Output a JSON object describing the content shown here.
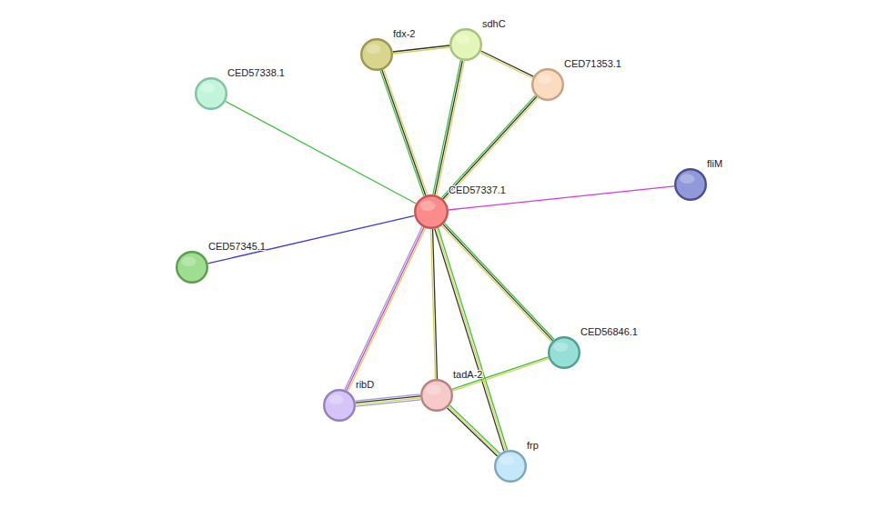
{
  "diagram": {
    "nodes": [
      {
        "text": [
          "sdhC"
        ]
      },
      {
        "text": [
          "fdx-2"
        ]
      },
      {
        "text": [
          "CED71353.1"
        ]
      },
      {
        "text": [
          "CED57338.1"
        ]
      },
      {
        "text": [
          "fliM"
        ]
      },
      {
        "text": [
          "CED57337.1"
        ]
      },
      {
        "text": [
          "CED57345.1"
        ]
      },
      {
        "text": [
          "CED56846.1"
        ]
      },
      {
        "text": [
          "tadA-2"
        ]
      },
      {
        "text": [
          "ribD"
        ]
      },
      {
        "text": [
          "frp"
        ]
      }
    ],
    "edges": [
      {
        "from": 5,
        "to": 1,
        "arrow": "none"
      },
      {
        "from": 5,
        "to": 0,
        "arrow": "none"
      },
      {
        "from": 5,
        "to": 2,
        "arrow": "none"
      },
      {
        "from": 1,
        "to": 0,
        "arrow": "none"
      },
      {
        "from": 0,
        "to": 2,
        "arrow": "none"
      },
      {
        "from": 5,
        "to": 3,
        "arrow": "none"
      },
      {
        "from": 5,
        "to": 4,
        "arrow": "none"
      },
      {
        "from": 5,
        "to": 6,
        "arrow": "none"
      },
      {
        "from": 5,
        "to": 9,
        "arrow": "none"
      },
      {
        "from": 5,
        "to": 8,
        "arrow": "none"
      },
      {
        "from": 5,
        "to": 10,
        "arrow": "none"
      },
      {
        "from": 5,
        "to": 7,
        "arrow": "none"
      },
      {
        "from": 9,
        "to": 8,
        "arrow": "none"
      },
      {
        "from": 8,
        "to": 7,
        "arrow": "none"
      },
      {
        "from": 8,
        "to": 10,
        "arrow": "none"
      }
    ]
  }
}
